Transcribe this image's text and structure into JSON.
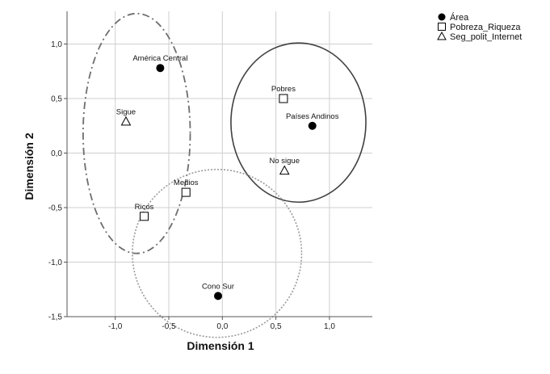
{
  "chart_data": {
    "type": "scatter",
    "xlabel": "Dimensión 1",
    "ylabel": "Dimensión 2",
    "xlim": [
      -1.45,
      1.4
    ],
    "ylim": [
      -1.5,
      1.3
    ],
    "xticks": [
      -1.0,
      -0.5,
      0.0,
      0.5,
      1.0
    ],
    "xtick_labels": [
      "-1,0",
      "-0,5",
      "0,0",
      "0,5",
      "1,0"
    ],
    "yticks": [
      -1.5,
      -1.0,
      -0.5,
      0.0,
      0.5,
      1.0
    ],
    "ytick_labels": [
      "-1,5",
      "-1,0",
      "-0,5",
      "0,0",
      "0,5",
      "1,0"
    ],
    "grid": true,
    "legend_position": "top-right",
    "series": [
      {
        "name": "Área",
        "marker": "circle-filled",
        "points": [
          {
            "label": "América Central",
            "x": -0.58,
            "y": 0.78
          },
          {
            "label": "Países Andinos",
            "x": 0.84,
            "y": 0.25
          },
          {
            "label": "Cono Sur",
            "x": -0.04,
            "y": -1.31
          }
        ]
      },
      {
        "name": "Pobreza_Riqueza",
        "marker": "square-open",
        "points": [
          {
            "label": "Pobres",
            "x": 0.57,
            "y": 0.5
          },
          {
            "label": "Medios",
            "x": -0.34,
            "y": -0.36
          },
          {
            "label": "Ricos",
            "x": -0.73,
            "y": -0.58
          }
        ]
      },
      {
        "name": "Seg_polit_Internet",
        "marker": "triangle-open",
        "points": [
          {
            "label": "Sigue",
            "x": -0.9,
            "y": 0.29
          },
          {
            "label": "No sigue",
            "x": 0.58,
            "y": -0.16
          }
        ]
      }
    ],
    "ellipses": [
      {
        "style": "dash-dot",
        "cx": -0.8,
        "cy": 0.18,
        "rx": 0.5,
        "ry": 1.1
      },
      {
        "style": "solid",
        "cx": 0.71,
        "cy": 0.28,
        "rx": 0.63,
        "ry": 0.73
      },
      {
        "style": "dotted",
        "cx": -0.05,
        "cy": -0.92,
        "rx": 0.79,
        "ry": 0.77
      }
    ]
  }
}
